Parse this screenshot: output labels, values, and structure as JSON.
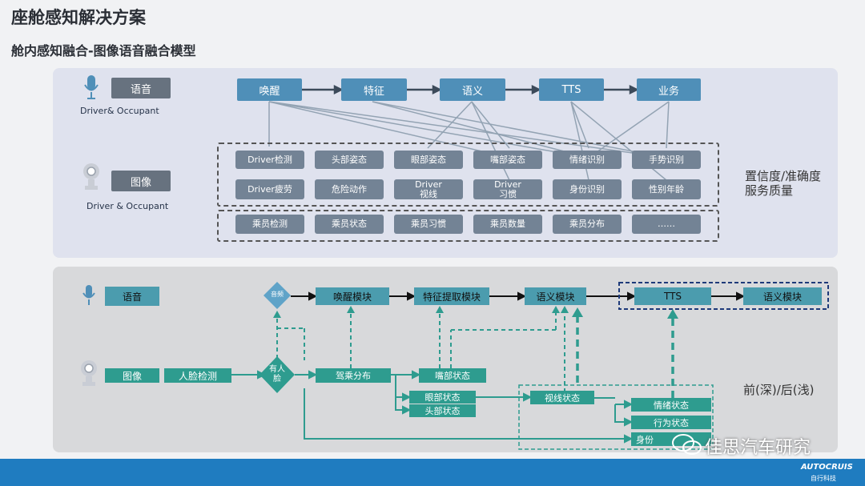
{
  "title": "座舱感知解决方案",
  "subtitle": "舱内感知融合-图像语音融合模型",
  "top": {
    "voice_tag": "语音",
    "voice_caption": "Driver& Occupant",
    "image_tag": "图像",
    "image_caption": "Driver & Occupant",
    "pipeline": [
      "唤醒",
      "特征",
      "语义",
      "TTS",
      "业务"
    ],
    "row1": [
      "Driver检测",
      "头部姿态",
      "眼部姿态",
      "嘴部姿态",
      "情绪识别",
      "手势识别"
    ],
    "row2": [
      "Driver疲劳",
      "危险动作",
      "Driver\n视线",
      "Driver\n习惯",
      "身份识别",
      "性别年龄"
    ],
    "row3": [
      "乘员检测",
      "乘员状态",
      "乘员习惯",
      "乘员数量",
      "乘员分布",
      "……"
    ],
    "side_label": "置信度/准确度\n服务质量"
  },
  "bottom": {
    "voice_tag": "语音",
    "image_tag": "图像",
    "face_detect": "人脸检测",
    "decision_top": "音频",
    "decision_face": "有人\n脸",
    "pipeline": [
      "唤醒模块",
      "特征提取模块",
      "语义模块",
      "TTS",
      "语义模块"
    ],
    "distribution": "驾乘分布",
    "mouth": "嘴部状态",
    "eye": "眼部状态",
    "head": "头部状态",
    "gaze": "视线状态",
    "emotion": "情绪状态",
    "behavior": "行为状态",
    "identity": "身份",
    "side_label": "前(深)/后(浅)"
  },
  "watermark": "佳思汽车研究",
  "logo_main": "AUTOCRUIS",
  "logo_sub": "自行科技"
}
